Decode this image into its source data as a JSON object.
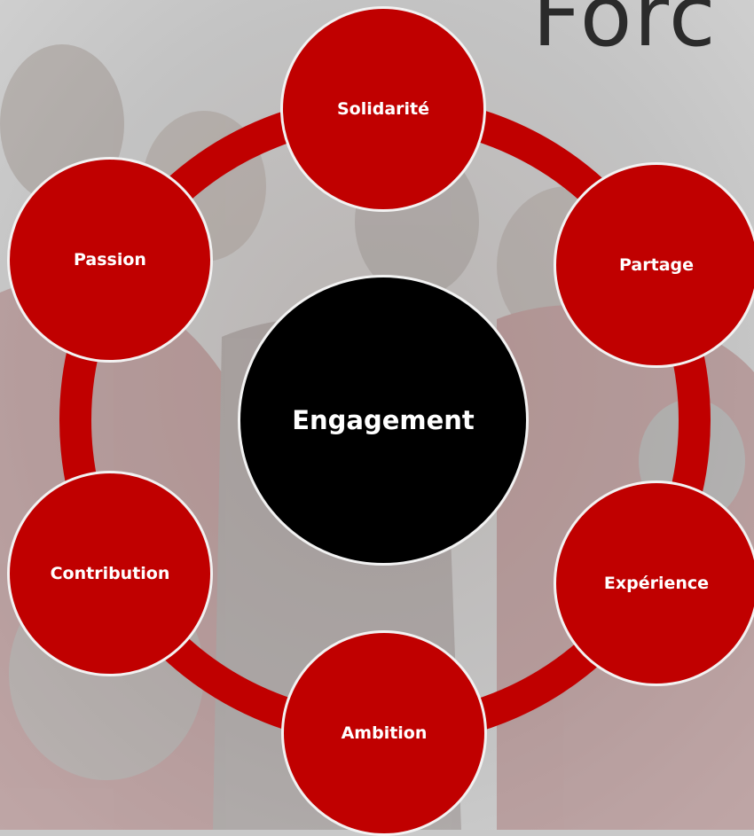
{
  "title_fragment": "Forc",
  "diagram": {
    "center": {
      "label": "Engagement",
      "color": "#000000"
    },
    "nodes": [
      {
        "label": "Solidarité"
      },
      {
        "label": "Partage"
      },
      {
        "label": "Expérience"
      },
      {
        "label": "Ambition"
      },
      {
        "label": "Contribution"
      },
      {
        "label": "Passion"
      }
    ],
    "node_color": "#c00000",
    "ring_color": "#c00000",
    "border_color": "#f2f2f2"
  }
}
